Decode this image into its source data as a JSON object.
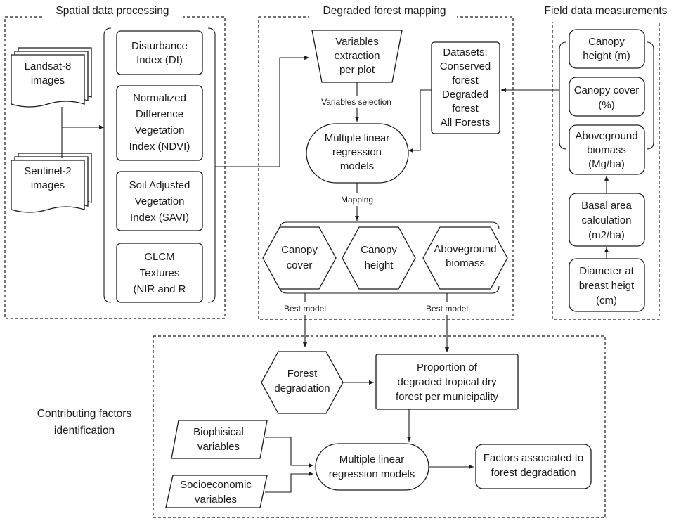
{
  "sections": {
    "spatial": "Spatial data processing",
    "degraded": "Degraded forest mapping",
    "field": "Field data measurements",
    "contributing": [
      "Contributing factors",
      "identification"
    ]
  },
  "nodes": {
    "landsat": [
      "Landsat-8",
      "images"
    ],
    "sentinel": [
      "Sentinel-2",
      "images"
    ],
    "di": [
      "Disturbance",
      "Index (DI)"
    ],
    "ndvi": [
      "Normalized",
      "Difference",
      "Vegetation",
      "Index (NDVI)"
    ],
    "savi": [
      "Soil Adjusted",
      "Vegetation",
      "Index (SAVI)"
    ],
    "glcm": [
      "GLCM",
      "Textures",
      "(NIR and R"
    ],
    "variables_extraction": [
      "Variables",
      "extraction",
      "per plot"
    ],
    "datasets": [
      "Datasets:",
      "Conserved",
      "forest",
      "Degraded",
      "forest",
      "All Forests"
    ],
    "mlr_models": [
      "Multiple linear",
      "regression",
      "models"
    ],
    "canopy_cover_hex": [
      "Canopy",
      "cover"
    ],
    "canopy_height_hex": [
      "Canopy",
      "height"
    ],
    "agb_hex": [
      "Aboveground",
      "biomass"
    ],
    "canopy_height_m": [
      "Canopy",
      "height (m)"
    ],
    "canopy_cover_pct": [
      "Canopy cover",
      "(%)"
    ],
    "agb_mgha": [
      "Aboveground",
      "biomass",
      "(Mg/ha)"
    ],
    "basal_area": [
      "Basal area",
      "calculation",
      "(m2/ha)"
    ],
    "diameter": [
      "Diameter at",
      "breast heigt",
      "(cm)"
    ],
    "forest_degradation": [
      "Forest",
      "degradation"
    ],
    "proportion": [
      "Proportion of",
      "degraded tropical dry",
      "forest per municipality"
    ],
    "biophisical": [
      "Biophisical",
      "variables"
    ],
    "socioeconomic": [
      "Socioeconomic",
      "variables"
    ],
    "mlr_models_2": [
      "Multiple linear",
      "regression models"
    ],
    "factors": [
      "Factors associated to",
      "forest degradation"
    ]
  },
  "edge_labels": {
    "variables_selection": "Variables selection",
    "mapping": "Mapping",
    "best_model_left": "Best model",
    "best_model_right": "Best model"
  }
}
